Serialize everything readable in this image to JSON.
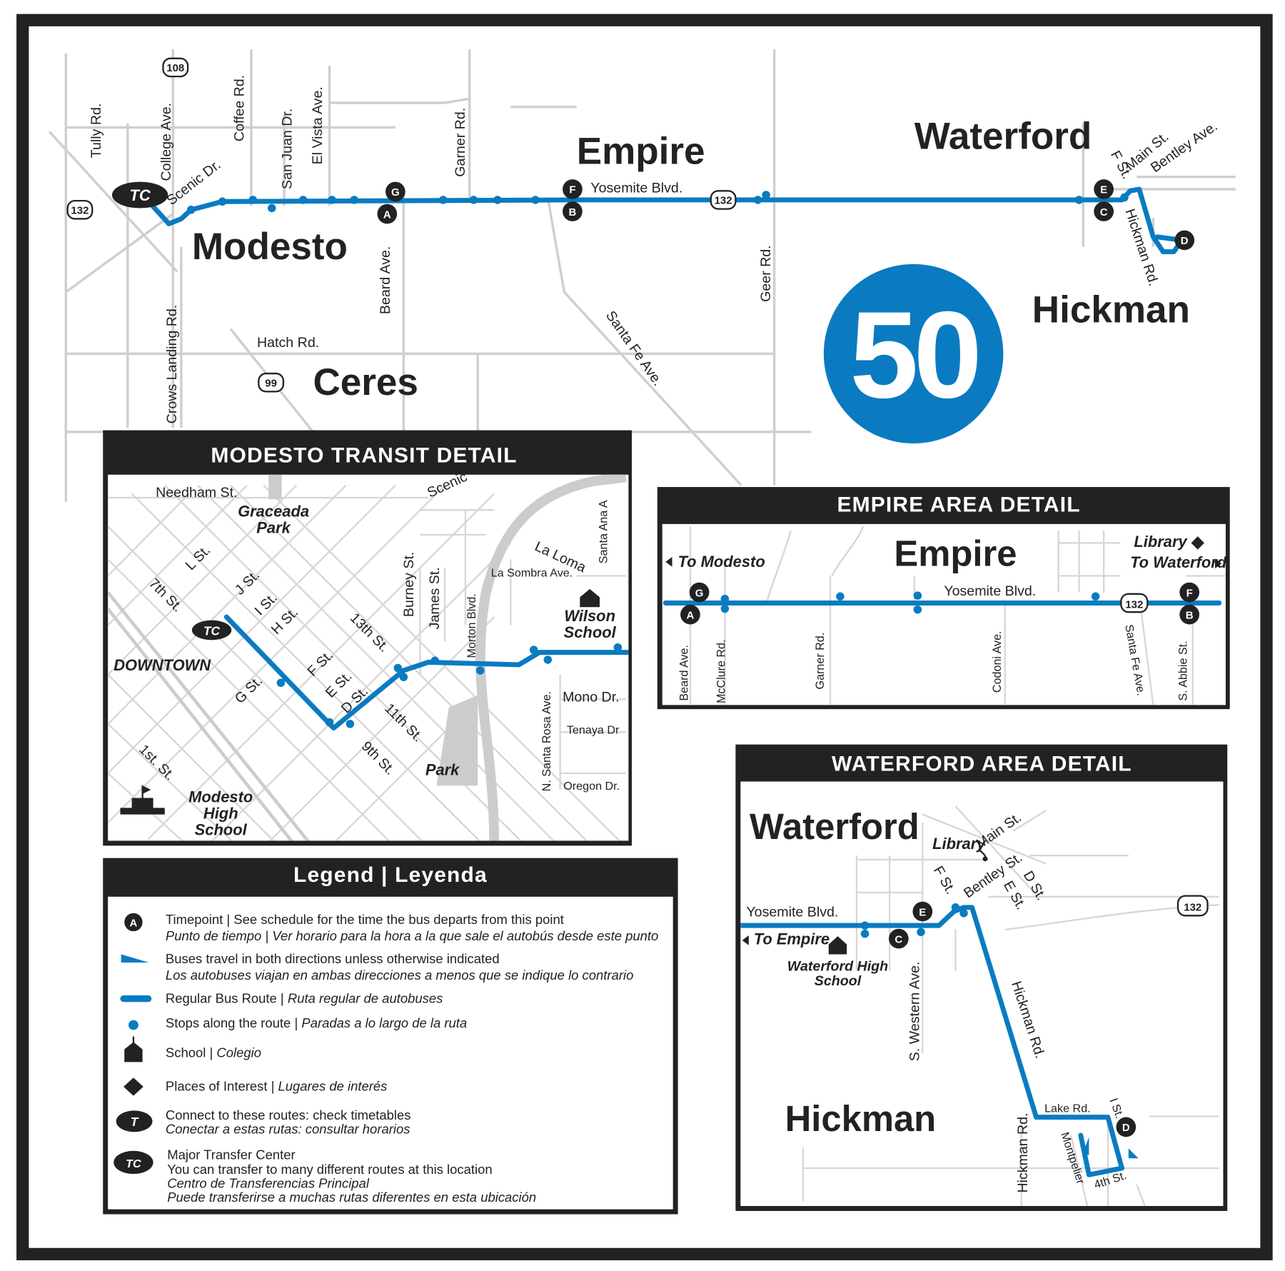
{
  "route_number": "50",
  "route_color": "#0a7bc1",
  "main_map": {
    "towns": [
      "Modesto",
      "Empire",
      "Waterford",
      "Ceres",
      "Hickman"
    ],
    "streets": [
      "Tully Rd.",
      "College Ave.",
      "Coffee Rd.",
      "San Juan Dr.",
      "El Vista Ave.",
      "Garner Rd.",
      "Scenic Dr.",
      "Beard Ave.",
      "Crows Landing Rd.",
      "Hatch Rd.",
      "Yosemite Blvd.",
      "Santa Fe Ave.",
      "Geer Rd.",
      "F St.",
      "Main St.",
      "Bentley Ave.",
      "Hickman Rd."
    ],
    "highways": [
      "132",
      "108",
      "132",
      "99"
    ],
    "timepoints": [
      "G",
      "A",
      "F",
      "B",
      "E",
      "C",
      "D"
    ],
    "transfer_center": "TC"
  },
  "modesto_detail": {
    "title": "MODESTO TRANSIT DETAIL",
    "streets": [
      "Needham St.",
      "Scenic",
      "L St.",
      "J St.",
      "I St.",
      "H St.",
      "7th St.",
      "G St.",
      "F St.",
      "E St.",
      "D St.",
      "13th St.",
      "11th St.",
      "9th St.",
      "1st. St.",
      "Burney St.",
      "James St.",
      "Morton Blvd.",
      "La Loma",
      "La Sombra Ave.",
      "Santa Ana A",
      "N. Santa Rosa Ave.",
      "Mono Dr.",
      "Tenaya Dr",
      "Oregon Dr."
    ],
    "places": [
      "Graceada Park",
      "DOWNTOWN",
      "Wilson School",
      "Park",
      "Modesto High School"
    ],
    "transfer_center": "TC"
  },
  "empire_detail": {
    "title": "EMPIRE AREA DETAIL",
    "town": "Empire",
    "to_modesto": "To Modesto",
    "to_waterford": "To Waterford",
    "library": "Library",
    "streets": [
      "Yosemite Blvd.",
      "Beard Ave.",
      "McClure Rd.",
      "Garner Rd.",
      "Codoni Ave.",
      "Santa Fe Ave.",
      "S. Abbie St."
    ],
    "highway": "132",
    "timepoints": [
      "G",
      "A",
      "F",
      "B"
    ]
  },
  "waterford_detail": {
    "title": "WATERFORD AREA DETAIL",
    "towns": [
      "Waterford",
      "Hickman"
    ],
    "library": "Library",
    "to_empire": "To Empire",
    "school": "Waterford High School",
    "streets": [
      "Main St.",
      "Bentley St.",
      "F St.",
      "E St.",
      "D St.",
      "Yosemite Blvd.",
      "S. Western Ave.",
      "Hickman Rd.",
      "Hickman Rd.",
      "Lake Rd.",
      "I St.",
      "Montpelier",
      "4th St."
    ],
    "highway": "132",
    "timepoints": [
      "E",
      "C",
      "D"
    ]
  },
  "legend": {
    "title": "Legend | Leyenda",
    "items": [
      {
        "icon": "timepoint-icon",
        "symbol": "A",
        "en": "Timepoint | See schedule for the time the bus departs from this point",
        "es": "Punto de tiempo | Ver horario para la hora a la que sale el autobús desde este punto"
      },
      {
        "icon": "direction-arrow-icon",
        "en": "Buses travel in both directions unless otherwise indicated",
        "es": "Los autobuses viajan en ambas direcciones a menos que se indique lo contrario"
      },
      {
        "icon": "route-line-icon",
        "en": "Regular Bus Route | ",
        "es": "Ruta regular de autobuses"
      },
      {
        "icon": "stop-dot-icon",
        "en": "Stops along the route | ",
        "es": "Paradas a lo largo de la ruta"
      },
      {
        "icon": "school-icon",
        "en": "School | ",
        "es": "Colegio"
      },
      {
        "icon": "diamond-icon",
        "en": "Places of Interest | ",
        "es": "Lugares de interés"
      },
      {
        "icon": "connection-icon",
        "symbol": "T",
        "en": "Connect to these routes: check timetables",
        "es": "Conectar a estas rutas: consultar horarios"
      },
      {
        "icon": "transfer-center-icon",
        "symbol": "TC",
        "en": "Major Transfer Center",
        "en2": "You can transfer to many different routes at this location",
        "es": "Centro de Transferencias Principal",
        "es2": "Puede transferirse a muchas rutas diferentes en esta ubicación"
      }
    ]
  }
}
